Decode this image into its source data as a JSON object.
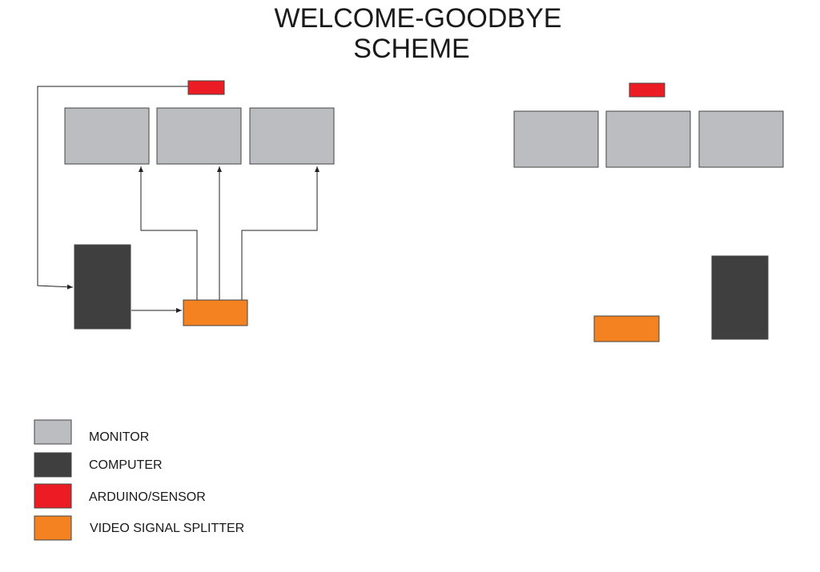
{
  "title": {
    "line1": "WELCOME-GOODBYE",
    "line2": "SCHEME"
  },
  "colors": {
    "monitor": "#bcbdc0",
    "computer": "#3f3f3f",
    "arduino": "#ec1c24",
    "splitter": "#f58220",
    "wire": "#222222",
    "box_stroke": "#444444"
  },
  "legend": [
    {
      "key": "monitor",
      "label": "MONITOR"
    },
    {
      "key": "computer",
      "label": "COMPUTER"
    },
    {
      "key": "arduino",
      "label": "ARDUINO/SENSOR"
    },
    {
      "key": "splitter",
      "label": "VIDEO SIGNAL SPLITTER"
    }
  ]
}
